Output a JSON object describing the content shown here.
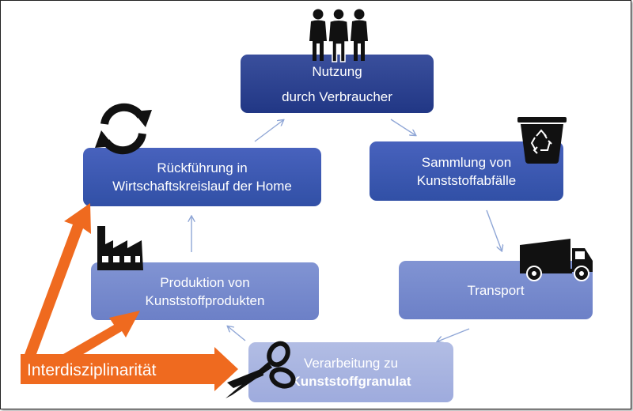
{
  "diagram": {
    "nodes": {
      "nutzung": {
        "line1": "Nutzung",
        "line2": "durch Verbraucher"
      },
      "sammlung": {
        "line1": "Sammlung von",
        "line2": "Kunststoffabfälle"
      },
      "transport": {
        "line1": "Transport"
      },
      "verarbeitung": {
        "line1": "Verarbeitung zu",
        "line2": "Kunststoffgranulat"
      },
      "produktion": {
        "line1": "Produktion von",
        "line2": "Kunststoffprodukten"
      },
      "rueckfuehrung": {
        "line1": "Rückführung in",
        "line2": "Wirtschaftskreislauf der Home"
      }
    },
    "interdisciplinarity_label": "Interdisziplinarität",
    "icons": [
      "people-icon",
      "recycle-bin-icon",
      "truck-icon",
      "scissors-icon",
      "factory-icon",
      "refresh-icon"
    ],
    "colors": {
      "box_dark": "#213785",
      "box_mid": "#3150a6",
      "box_light": "#6c80c7",
      "box_pale": "#9eabdd",
      "cycle_arrow": "#8fa6d6",
      "accent_arrow": "#ef6a1f"
    }
  }
}
